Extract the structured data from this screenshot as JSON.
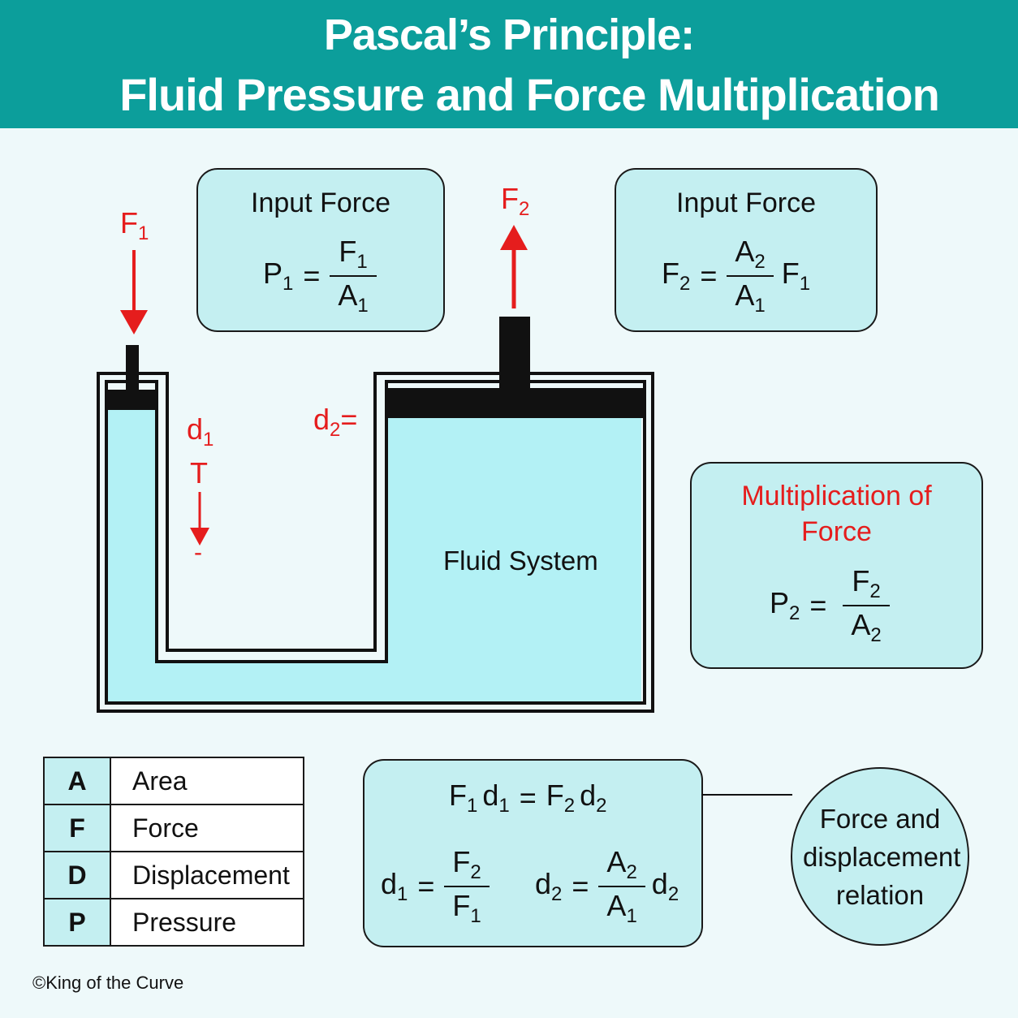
{
  "header": {
    "line1": "Pascal’s Principle:",
    "line2": "Fluid Pressure and Force Multiplication"
  },
  "box_input1": {
    "title": "Input Force",
    "lhs": "P",
    "lhs_sub": "1",
    "num": "F",
    "num_sub": "1",
    "den": "A",
    "den_sub": "1"
  },
  "box_input2": {
    "title": "Input Force",
    "lhs": "F",
    "lhs_sub": "2",
    "num": "A",
    "num_sub": "2",
    "den": "A",
    "den_sub": "1",
    "rhs": "F",
    "rhs_sub": "1"
  },
  "box_mult": {
    "title": "Multiplication of Force",
    "lhs": "P",
    "lhs_sub": "2",
    "num": "F",
    "num_sub": "2",
    "den": "A",
    "den_sub": "2"
  },
  "diagram": {
    "f1": "F",
    "f1_sub": "1",
    "f2": "F",
    "f2_sub": "2",
    "d1": "d",
    "d1_sub": "1",
    "d1_t": "T",
    "d1_minus": "-",
    "d2": "d",
    "d2_sub": "2",
    "d2_eq": "=",
    "fluid_label": "Fluid System"
  },
  "legend": [
    {
      "key": "A",
      "value": "Area"
    },
    {
      "key": "F",
      "value": "Force"
    },
    {
      "key": "D",
      "value": "Displacement"
    },
    {
      "key": "P",
      "value": "Pressure"
    }
  ],
  "relations": {
    "eq_main": {
      "a": "F",
      "a_sub": "1",
      "b": "d",
      "b_sub": "1",
      "c": "F",
      "c_sub": "2",
      "d": "d",
      "d_sub": "2"
    },
    "eq_d1": {
      "lhs": "d",
      "lhs_sub": "1",
      "num": "F",
      "num_sub": "2",
      "den": "F",
      "den_sub": "1"
    },
    "eq_d2": {
      "lhs": "d",
      "lhs_sub": "2",
      "num": "A",
      "num_sub": "2",
      "den": "A",
      "den_sub": "1",
      "rhs": "d",
      "rhs_sub": "2"
    }
  },
  "circle_text": "Force and displacement relation",
  "copyright": "©King of the Curve",
  "colors": {
    "header": "#0c9e9b",
    "box": "#c4eff1",
    "fluid": "#b3f1f5",
    "accent_red": "#e51d1d"
  }
}
